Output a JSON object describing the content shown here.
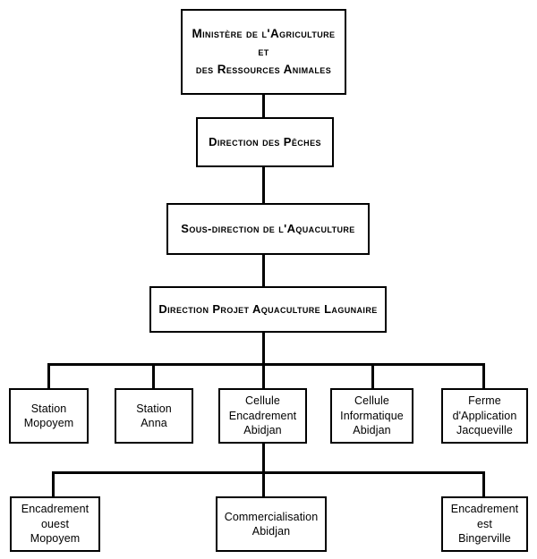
{
  "diagram": {
    "title_node": "ministere-agriculture",
    "line_color": "#000000",
    "box_border_color": "#000000",
    "background": "#ffffff",
    "nodes": {
      "ministere": {
        "label": "Ministère de l'Agriculture\net\ndes Ressources Animales"
      },
      "direction_peches": {
        "label": "Direction des Pêches"
      },
      "sous_direction": {
        "label": "Sous-direction de l'Aquaculture"
      },
      "direction_projet": {
        "label": "Direction Projet Aquaculture Lagunaire"
      },
      "station_mopoyem": {
        "label": "Station\nMopoyem"
      },
      "station_anna": {
        "label": "Station\nAnna"
      },
      "cellule_encadrement": {
        "label": "Cellule\nEncadrement\nAbidjan"
      },
      "cellule_informatique": {
        "label": "Cellule\nInformatique\nAbidjan"
      },
      "ferme_application": {
        "label": "Ferme\nd'Application\nJacqueville"
      },
      "encadrement_ouest": {
        "label": "Encadrement\nouest\nMopoyem"
      },
      "commercialisation": {
        "label": "Commercialisation\nAbidjan"
      },
      "encadrement_est": {
        "label": "Encadrement\nest\nBingerville"
      }
    }
  }
}
